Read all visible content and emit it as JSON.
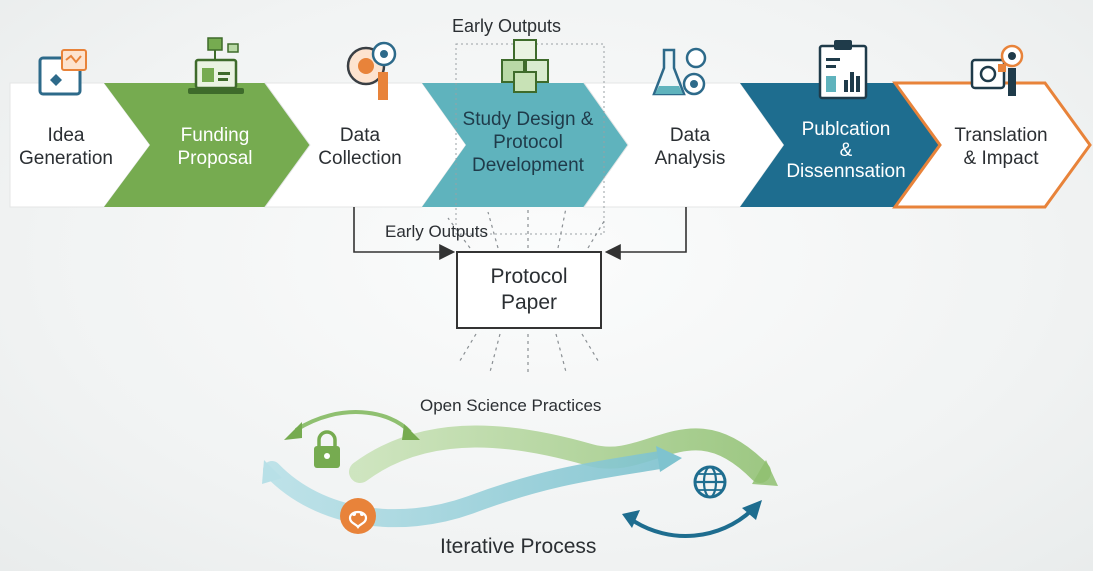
{
  "stages": [
    {
      "label": "Idea\nGeneration",
      "color": "#ffffff"
    },
    {
      "label": "Funding\nProposal",
      "color": "#76ab50"
    },
    {
      "label": "Data\nCollection",
      "color": "#ffffff"
    },
    {
      "label": "Study Design &\nProtocol\nDevelopment",
      "color": "#5fb3bd"
    },
    {
      "label": "Data\nAnalysis",
      "color": "#ffffff"
    },
    {
      "label": "Publcation\n&\nDissennsation",
      "color": "#1e6d8f"
    },
    {
      "label": "Translation\n& Impact",
      "color": "#ffffff"
    }
  ],
  "top_label": "Early Outputs",
  "mid_label": "Early Outputs",
  "protocol_paper": "Protocol\nPaper",
  "practices_label": "Open Science Practices",
  "iterative_label": "Iterative Process",
  "icons": [
    "idea-chart-icon",
    "laptop-funding-icon",
    "data-gears-icon",
    "blocks-icon",
    "flask-icon",
    "report-chart-icon",
    "impact-icon",
    "lock-icon",
    "brain-icon",
    "globe-icon"
  ],
  "colors": {
    "green": "#76ab50",
    "teal": "#5fb3bd",
    "blue": "#1e6d8f",
    "orange": "#e8833a",
    "light_green": "#b9d9a6",
    "light_blue": "#a9d8e0"
  }
}
